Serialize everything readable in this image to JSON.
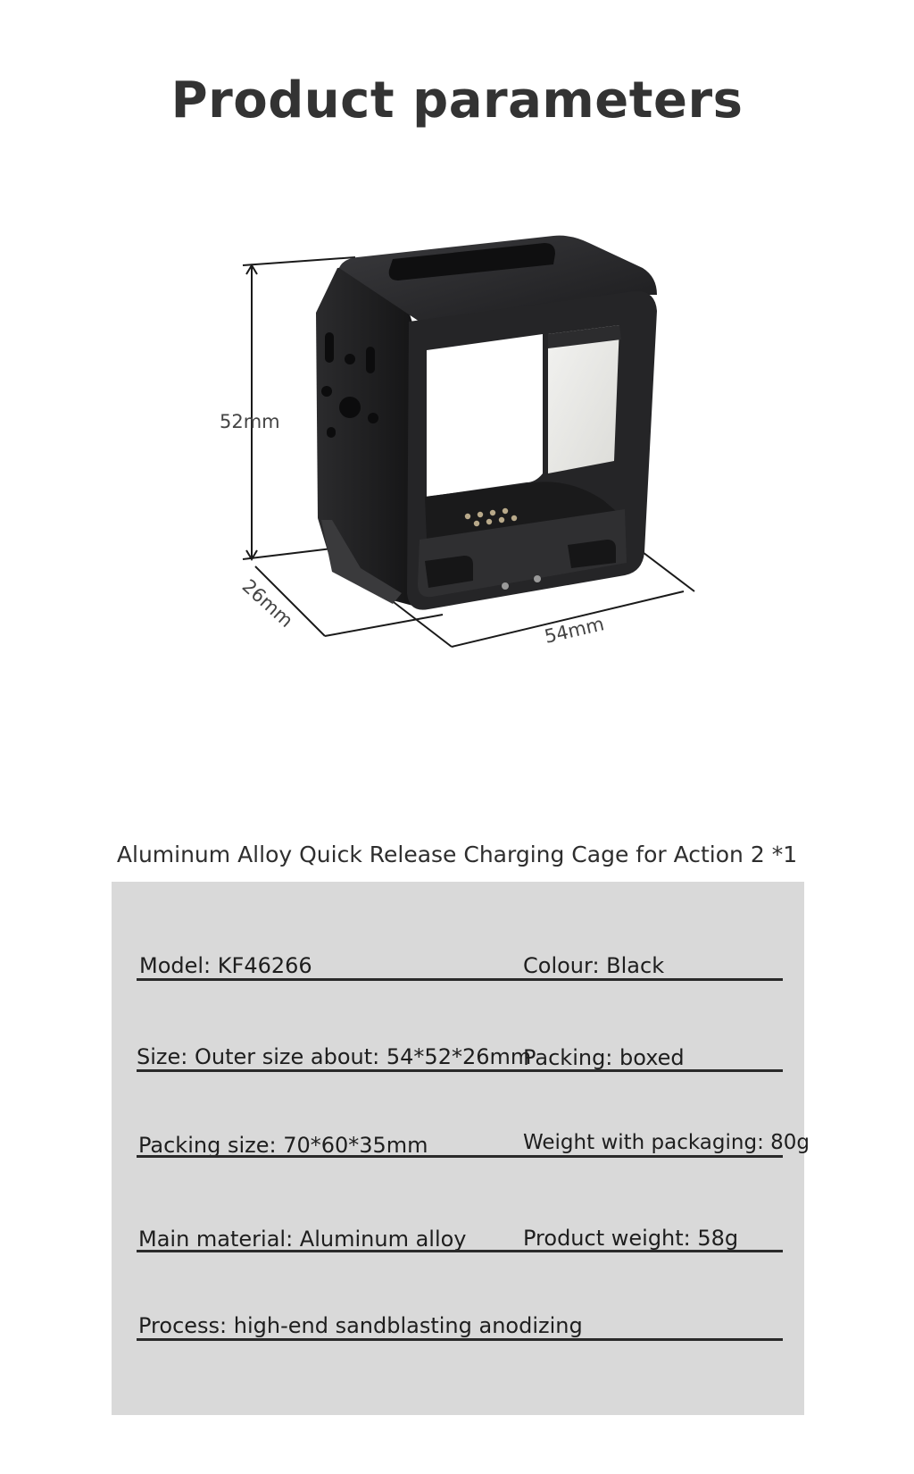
{
  "header": {
    "title": "Product parameters"
  },
  "figure": {
    "height_label": "52mm",
    "depth_label": "26mm",
    "width_label": "54mm"
  },
  "product": {
    "name": "Aluminum Alloy Quick Release Charging Cage for Action 2 *1"
  },
  "specs": {
    "rows": [
      {
        "left": "Model: KF46266",
        "right": "Colour: Black"
      },
      {
        "left": "Size: Outer size about: 54*52*26mm",
        "right": "Packing: boxed"
      },
      {
        "left": "Packing size: 70*60*35mm",
        "right": "Weight with packaging: 80g"
      },
      {
        "left": "Main material: Aluminum alloy",
        "right": "Product weight: 58g"
      },
      {
        "left": "Process: high-end sandblasting anodizing",
        "right": ""
      }
    ]
  },
  "colors": {
    "panel": "#d9d9d9",
    "cage": "#2a2a2c",
    "line": "#2a2a2a"
  }
}
